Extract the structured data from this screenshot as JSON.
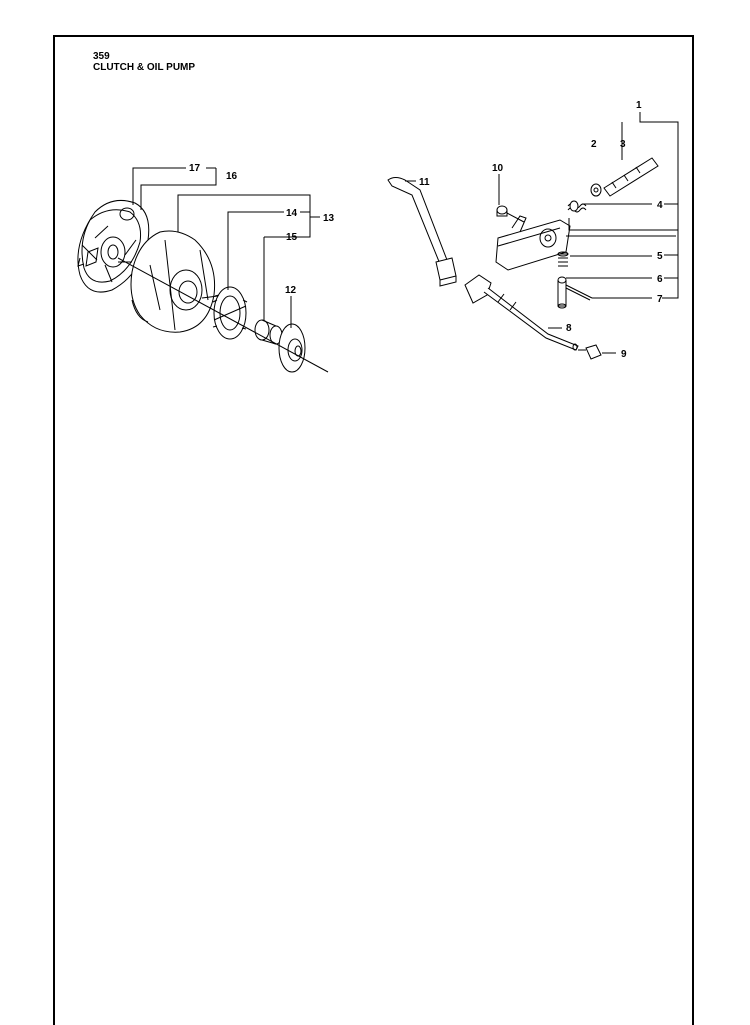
{
  "header": {
    "model": "359",
    "title": "CLUTCH & OIL PUMP"
  },
  "callouts": [
    "1",
    "2",
    "3",
    "4",
    "5",
    "6",
    "7",
    "8",
    "9",
    "10",
    "11",
    "12",
    "13",
    "14",
    "15",
    "16",
    "17"
  ],
  "colors": {
    "line": "#000000",
    "background": "#ffffff"
  }
}
